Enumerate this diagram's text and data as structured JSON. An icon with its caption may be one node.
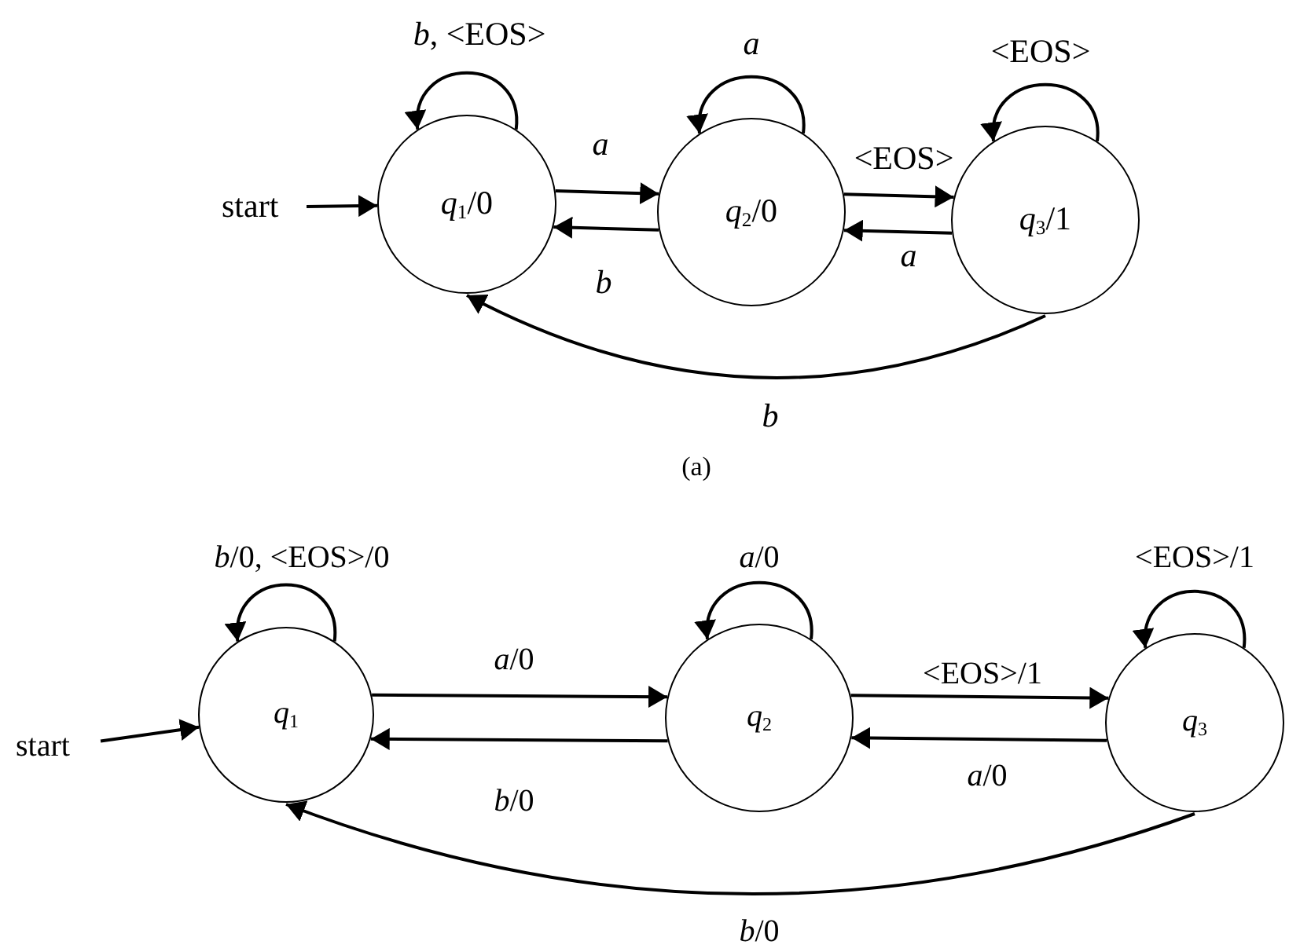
{
  "diagram": {
    "nodes": [
      {
        "text": [
          "start"
        ]
      },
      {
        "text": [
          "*q*$_{1}$/0"
        ]
      },
      {
        "text": [
          "*q*$_{2}$/0"
        ]
      },
      {
        "text": [
          "*q*$_{3}$/1"
        ]
      },
      {
        "text": [
          "start"
        ]
      },
      {
        "text": [
          "*q*$_{1}$"
        ]
      },
      {
        "text": [
          "*q*$_{2}$"
        ]
      },
      {
        "text": [
          "*q*$_{3}$"
        ]
      }
    ],
    "edges": [
      {
        "from": 0,
        "to": 1,
        "arrow": "to"
      },
      {
        "from": 1,
        "to": 1,
        "arrow": "to",
        "label": "*b*, <EOS>"
      },
      {
        "from": 1,
        "to": 2,
        "arrow": "to",
        "label": "a"
      },
      {
        "from": 2,
        "to": 1,
        "arrow": "to",
        "label": "b"
      },
      {
        "from": 2,
        "to": 2,
        "arrow": "to",
        "label": "a"
      },
      {
        "from": 2,
        "to": 3,
        "arrow": "to",
        "label": "<EOS>"
      },
      {
        "from": 3,
        "to": 2,
        "arrow": "to",
        "label": "a"
      },
      {
        "from": 3,
        "to": 3,
        "arrow": "to",
        "label": "<EOS>"
      },
      {
        "from": 3,
        "to": 1,
        "arrow": "to",
        "label": "b"
      },
      {
        "from": 4,
        "to": 5,
        "arrow": "to"
      },
      {
        "from": 5,
        "to": 5,
        "arrow": "to",
        "label": "*b*/0, <EOS>/0"
      },
      {
        "from": 5,
        "to": 6,
        "arrow": "to",
        "label": "*a*/0"
      },
      {
        "from": 6,
        "to": 5,
        "arrow": "to",
        "label": "*b*/0"
      },
      {
        "from": 6,
        "to": 6,
        "arrow": "to",
        "label": "*a*/0"
      },
      {
        "from": 6,
        "to": 7,
        "arrow": "to",
        "label": "<EOS>/1"
      },
      {
        "from": 7,
        "to": 6,
        "arrow": "to",
        "label": "*a*/0"
      },
      {
        "from": 7,
        "to": 7,
        "arrow": "to",
        "label": "<EOS>/1"
      },
      {
        "from": 7,
        "to": 5,
        "arrow": "to",
        "label": "*b*/0"
      }
    ],
    "labels": [
      "(a)"
    ]
  }
}
